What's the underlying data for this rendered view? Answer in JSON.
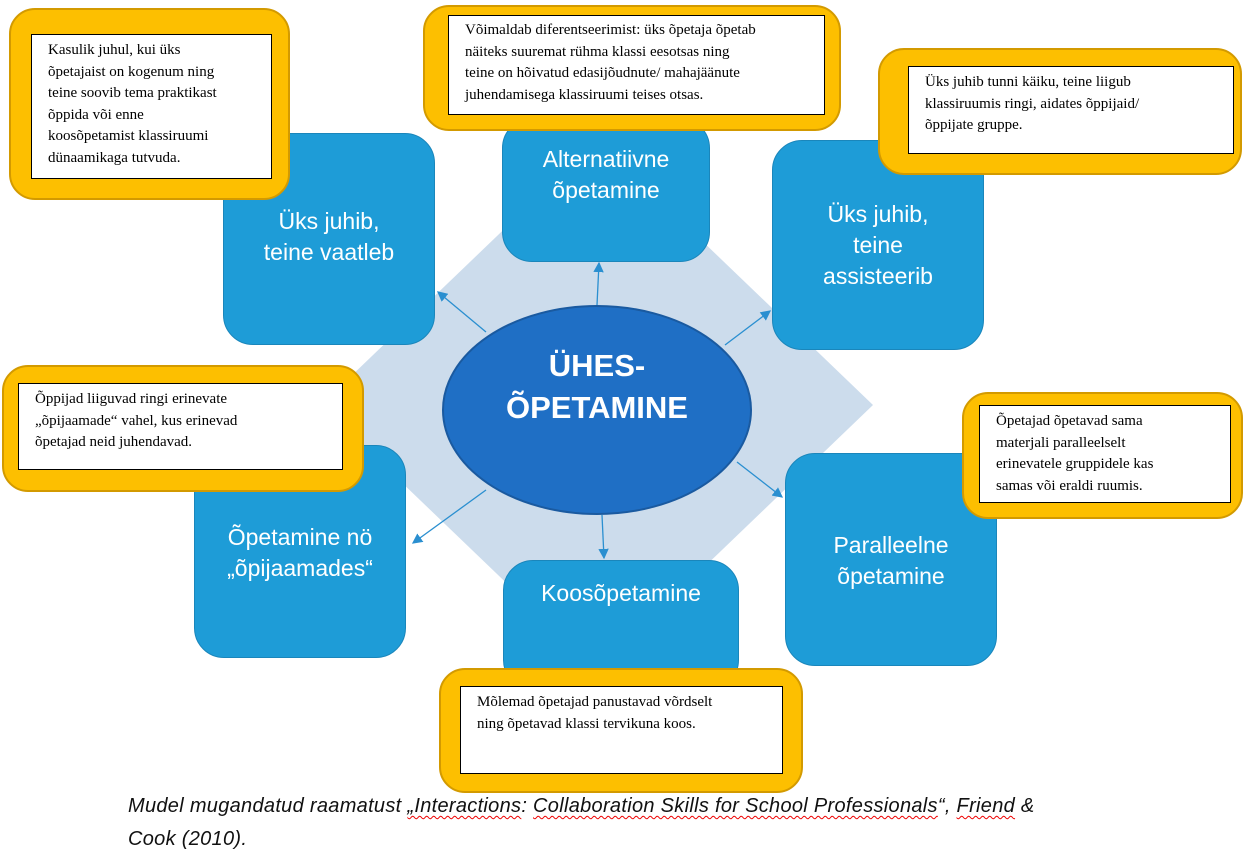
{
  "center": {
    "line1": "ÜHES-",
    "line2": "ÕPETAMINE"
  },
  "models": [
    {
      "label": "Üks juhib,\nteine vaatleb",
      "lines": [
        "Üks juhib,",
        "teine vaatleb"
      ],
      "description": [
        "Kasulik juhul, kui üks",
        "õpetajaist on kogenum ning",
        "teine soovib tema praktikast",
        "õppida või enne",
        "koosõpetamist klassiruumi",
        "dünaamikaga tutvuda."
      ]
    },
    {
      "lines": [
        "Alternatiivne",
        "õpetamine"
      ],
      "description": [
        "Võimaldab diferentseerimist: üks õpetaja õpetab",
        "näiteks suuremat rühma klassi eesotsas ning",
        "teine on hõivatud edasijõudnute/ mahajäänute",
        "juhendamisega klassiruumi teises otsas."
      ]
    },
    {
      "lines": [
        "Üks juhib,",
        "teine",
        "assisteerib"
      ],
      "description": [
        "Üks juhib tunni käiku, teine liigub",
        "klassiruumis ringi, aidates õppijaid/",
        "õppijate gruppe."
      ]
    },
    {
      "lines": [
        "Õpetamine nö",
        "„õpijaamades“"
      ],
      "description": [
        "Õppijad liiguvad ringi erinevate",
        "„õpijaamade“ vahel, kus erinevad",
        "õpetajad neid juhendavad."
      ]
    },
    {
      "lines": [
        "Koosõpetamine"
      ],
      "description": [
        "Mõlemad õpetajad panustavad võrdselt",
        "ning õpetavad klassi tervikuna koos."
      ]
    },
    {
      "lines": [
        "Paralleelne",
        "õpetamine"
      ],
      "description": [
        "Õpetajad õpetavad sama",
        "materjali paralleelselt",
        "erinevatele gruppidele kas",
        "samas või eraldi ruumis."
      ]
    }
  ],
  "caption": {
    "p1": "Mudel mugandatud raamatust ",
    "p2": "„Interactions",
    ":": ":",
    "p3": " ",
    "p4": "Collaboration Skills for School Professionals",
    "p5": "“, ",
    "p6": "Friend",
    "p7": " &",
    "line2": "Cook (2010)."
  },
  "colors": {
    "box": "#1e9cd7",
    "ellipse": "#1f6fc5",
    "diamond": "#ccdcec",
    "callout": "#fdbf00"
  }
}
